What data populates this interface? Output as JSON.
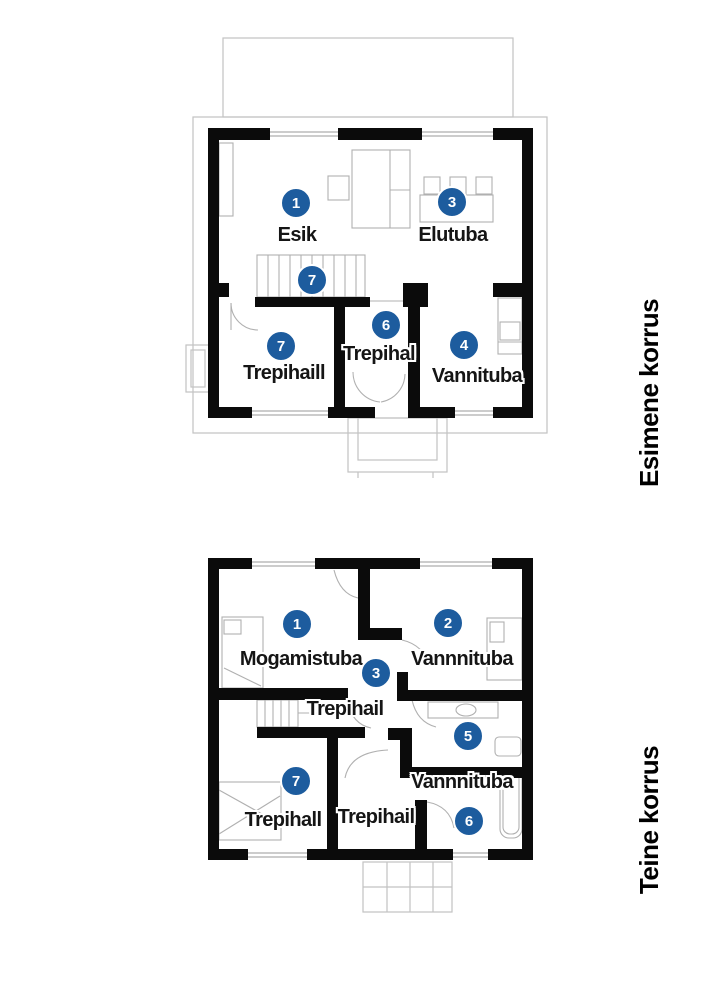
{
  "figure": {
    "type": "house-floor-plans",
    "background": "#ffffff"
  },
  "colors": {
    "badge": "#1d5c9e",
    "badge_text": "#ffffff",
    "wall": "#0b0b0b",
    "outline_gray": "#c2c2c2",
    "furniture_gray": "#b0b0b0",
    "label_text": "#151515"
  },
  "floor1": {
    "title": "Esimene korrus",
    "stairs_badge": "7",
    "rooms": [
      {
        "number": "1",
        "label": "Esik"
      },
      {
        "number": "3",
        "label": "Elutuba"
      },
      {
        "number": "7",
        "label": "Trepihaill"
      },
      {
        "number": "6",
        "label": "Trepihal"
      },
      {
        "number": "4",
        "label": "Vannituba"
      }
    ]
  },
  "floor2": {
    "title": "Teine korrus",
    "rooms": [
      {
        "number": "1",
        "label": "Mogamistuba"
      },
      {
        "number": "2",
        "label": "Vannnituba"
      },
      {
        "number": "3",
        "label": "Trepihail"
      },
      {
        "number": "5",
        "label": ""
      },
      {
        "number": "7",
        "label": "Trepihall"
      },
      {
        "number": "6",
        "label": "Vannnituba"
      },
      {
        "label": "Trepihail"
      }
    ]
  }
}
